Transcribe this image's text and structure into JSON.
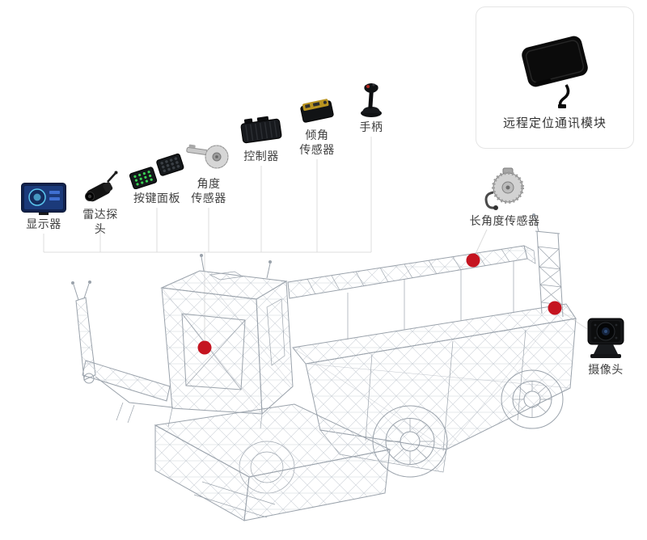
{
  "colors": {
    "accent_red": "#c51420",
    "connector": "#dcdcdc",
    "wireframe": "#9aa2ab",
    "text": "#3f3f3f",
    "panel_border": "#e5e5e5",
    "background": "#ffffff"
  },
  "components": {
    "display": {
      "label": "显示器"
    },
    "radar_probe": {
      "label": "雷达探头"
    },
    "keypad_panel": {
      "label": "按键面板"
    },
    "angle_sensor": {
      "label": "角度\n传感器"
    },
    "controller": {
      "label": "控制器"
    },
    "tilt_sensor": {
      "label": "倾角\n传感器"
    },
    "joystick": {
      "label": "手柄"
    },
    "remote_module": {
      "label": "远程定位通讯模块"
    },
    "long_angle_sensor": {
      "label": "长角度传感器"
    },
    "camera": {
      "label": "摄像头"
    }
  }
}
